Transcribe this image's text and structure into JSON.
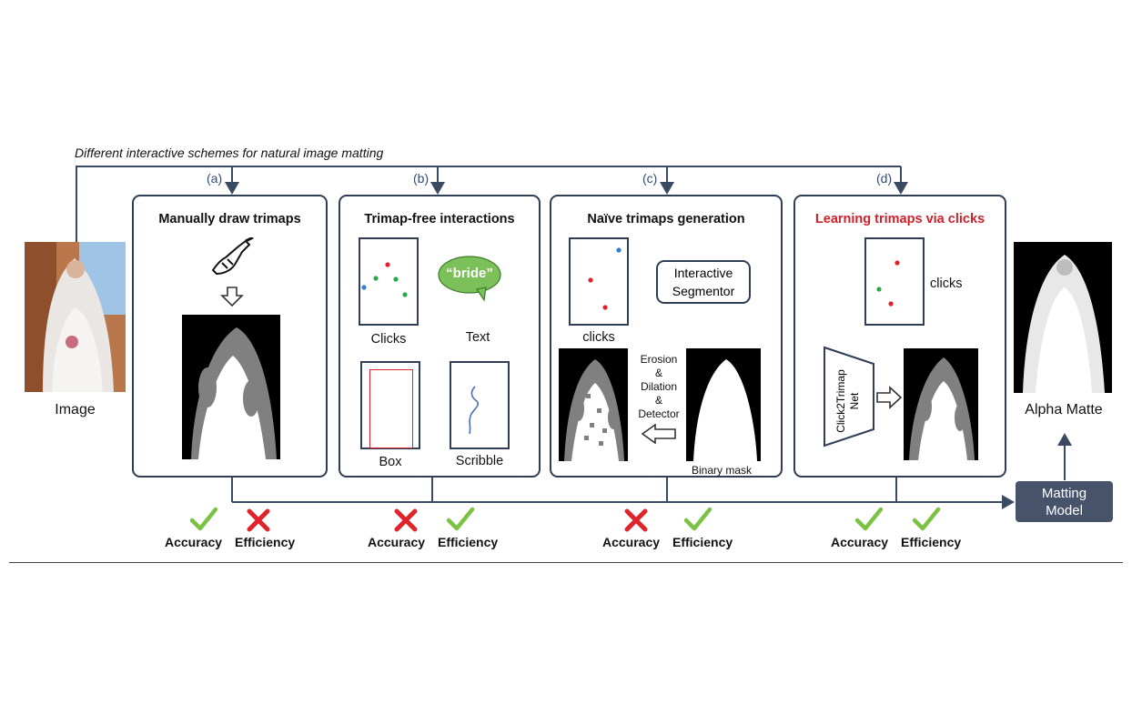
{
  "diagram": {
    "heading": "Different interactive schemes for natural image matting",
    "input_label": "Image",
    "output_label": "Alpha Matte",
    "matting_model": "Matting\nModel",
    "panels": [
      {
        "tag": "(a)",
        "title": "Manually draw trimaps",
        "accuracy": "Accuracy",
        "efficiency": "Efficiency",
        "accuracy_ok": true,
        "efficiency_ok": false
      },
      {
        "tag": "(b)",
        "title": "Trimap-free interactions",
        "labels": {
          "clicks": "Clicks",
          "text": "Text",
          "text_bubble": "“bride”",
          "box": "Box",
          "scribble": "Scribble"
        },
        "accuracy": "Accuracy",
        "efficiency": "Efficiency",
        "accuracy_ok": false,
        "efficiency_ok": true
      },
      {
        "tag": "(c)",
        "title": "Naïve trimaps generation",
        "labels": {
          "clicks": "clicks",
          "segmentor": "Interactive\nSegmentor",
          "ops": "Erosion\n&\nDilation\n&\nDetector",
          "binary_mask": "Binary mask"
        },
        "accuracy": "Accuracy",
        "efficiency": "Efficiency",
        "accuracy_ok": false,
        "efficiency_ok": true
      },
      {
        "tag": "(d)",
        "title": "Learning trimaps via clicks",
        "labels": {
          "clicks": "clicks",
          "net": "Click2Trimap\nNet"
        },
        "accuracy": "Accuracy",
        "efficiency": "Efficiency",
        "accuracy_ok": true,
        "efficiency_ok": true
      }
    ],
    "colors": {
      "frame": "#2f3d55",
      "title_red": "#d0202a",
      "check": "#7cc242",
      "cross": "#e0232b",
      "click_red": "#e0232b",
      "click_green": "#2aa84a",
      "click_blue": "#2f7fd0",
      "bubble": "#7cc05a"
    }
  }
}
